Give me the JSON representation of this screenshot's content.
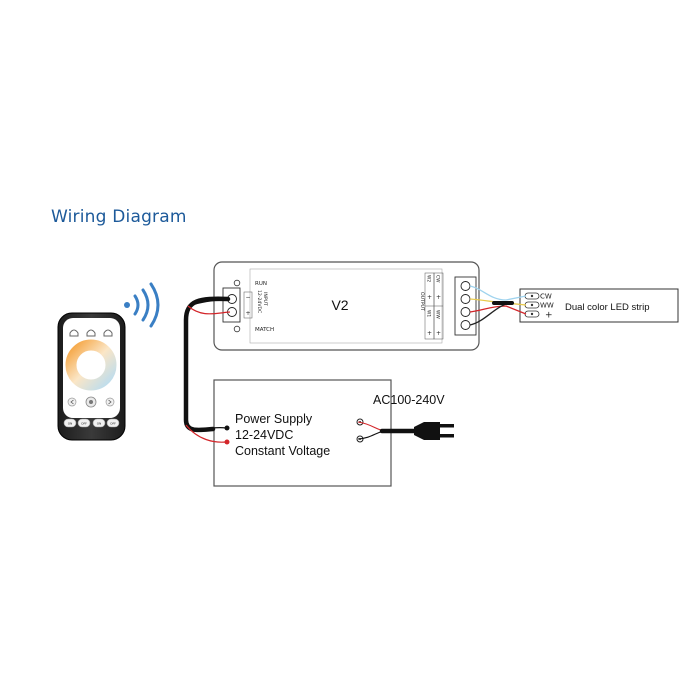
{
  "title": "Wiring Diagram",
  "controller": {
    "model": "V2",
    "run_label": "RUN",
    "match_label": "MATCH",
    "input_label": "INPUT",
    "input_voltage": "12-24VDC",
    "output_label": "OUTPUT",
    "terminals": {
      "minus": "−",
      "plus": "+",
      "w2": "W2",
      "cw": "CW",
      "w1": "W1",
      "ww": "WW"
    }
  },
  "led_strip": {
    "label": "Dual color LED strip",
    "pins": [
      "CW",
      "WW",
      "+"
    ]
  },
  "power_supply": {
    "line1": "Power Supply",
    "line2": "12-24VDC",
    "line3": "Constant Voltage",
    "ac_label": "AC100-240V"
  },
  "remote": {
    "button_labels": [
      "ON",
      "OFF",
      "ON",
      "OFF"
    ]
  },
  "colors": {
    "title": "#1d5a9a",
    "wireless": "#3a7fc4",
    "warm": "#f2a13b",
    "cool": "#bfe0f2",
    "wire_red": "#d3262a",
    "wire_black": "#111111",
    "wire_yellow": "#e8c84a",
    "wire_blue": "#9fd3ee"
  }
}
